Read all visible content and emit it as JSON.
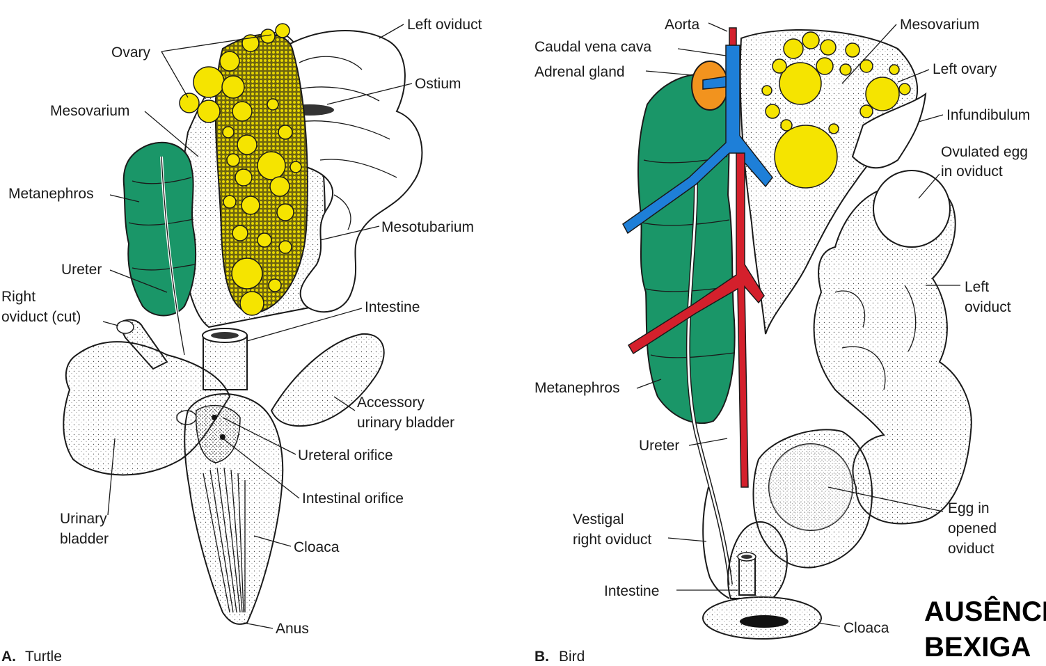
{
  "colors": {
    "yellow": "#f5e400",
    "green": "#1a9668",
    "blue": "#1e7fd8",
    "red": "#d4202c",
    "orange": "#f2931e",
    "ink": "#1a1a1a"
  },
  "panel_a": {
    "letter": "A.",
    "name": "Turtle",
    "labels": {
      "left_oviduct": "Left oviduct",
      "ovary": "Ovary",
      "ostium": "Ostium",
      "mesovarium": "Mesovarium",
      "metanephros": "Metanephros",
      "mesotubarium": "Mesotubarium",
      "ureter": "Ureter",
      "right_oviduct_l1": "Right",
      "right_oviduct_l2": "oviduct (cut)",
      "intestine": "Intestine",
      "accessory_l1": "Accessory",
      "accessory_l2": "urinary bladder",
      "ureteral_orifice": "Ureteral orifice",
      "intestinal_orifice": "Intestinal orifice",
      "urinary_l1": "Urinary",
      "urinary_l2": "bladder",
      "cloaca": "Cloaca",
      "anus": "Anus"
    }
  },
  "panel_b": {
    "letter": "B.",
    "name": "Bird",
    "labels": {
      "aorta": "Aorta",
      "caudal_vena_cava": "Caudal vena cava",
      "adrenal_gland": "Adrenal gland",
      "mesovarium": "Mesovarium",
      "left_ovary": "Left ovary",
      "infundibulum": "Infundibulum",
      "ovulated_l1": "Ovulated egg",
      "ovulated_l2": "in oviduct",
      "left_oviduct_l1": "Left",
      "left_oviduct_l2": "oviduct",
      "metanephros": "Metanephros",
      "ureter": "Ureter",
      "egg_l1": "Egg in",
      "egg_l2": "opened",
      "egg_l3": "oviduct",
      "vestigal_l1": "Vestigal",
      "vestigal_l2": "right oviduct",
      "intestine": "Intestine",
      "cloaca": "Cloaca"
    }
  },
  "note": {
    "line1": "AUSÊNCIA",
    "line2": "BEXIGA"
  }
}
